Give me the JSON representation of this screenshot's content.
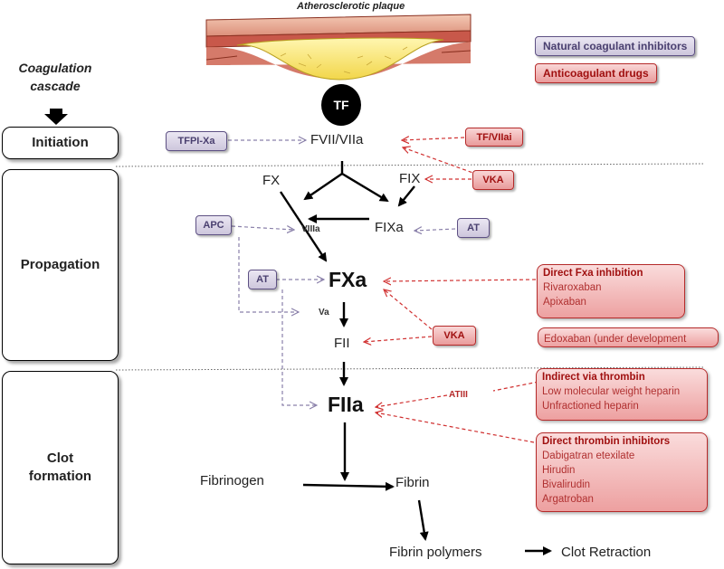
{
  "title": "Atherosclerotic plaque",
  "cascade_heading": "Coagulation cascade",
  "legend": {
    "natural": "Natural coagulant inhibitors",
    "drugs": "Anticoagulant drugs"
  },
  "tf_label": "TF",
  "stages": {
    "initiation": "Initiation",
    "propagation": "Propagation",
    "clot_formation": "Clot formation"
  },
  "factors": {
    "fvii_viia": "FVII/VIIa",
    "fx": "FX",
    "fix": "FIX",
    "fixa": "FIXa",
    "viiia": "VIIIa",
    "fxa": "FXa",
    "va": "Va",
    "fii": "FII",
    "fiia": "FIIa",
    "fibrinogen": "Fibrinogen",
    "fibrin": "Fibrin",
    "fibrin_polymers": "Fibrin polymers",
    "clot_retraction": "Clot Retraction"
  },
  "natural_inhibitors": {
    "tfpi_xa": "TFPI-Xa",
    "apc": "APC",
    "at_fixa": "AT",
    "at_fxa": "AT",
    "atiii": "ATIII"
  },
  "drugs": {
    "tf_viiai": "TF/VIIai",
    "vka_top": "VKA",
    "vka_mid": "VKA",
    "direct_fxa": {
      "heading": "Direct Fxa inhibition",
      "items": [
        "Rivaroxaban",
        "Apixaban"
      ]
    },
    "edoxaban": "Edoxaban (under development",
    "indirect_thrombin": {
      "heading": "Indirect  via thrombin",
      "items": [
        "Low molecular weight heparin",
        "Unfractioned heparin"
      ]
    },
    "direct_thrombin": {
      "heading": "Direct thrombin inhibitors",
      "items": [
        "Dabigatran etexilate",
        "Hirudin",
        "Bivalirudin",
        "Argatroban"
      ]
    }
  },
  "colors": {
    "natural_border": "#5d5083",
    "natural_text": "#4a4070",
    "drug_border": "#b52a2a",
    "drug_text": "#a01010",
    "natural_arrow": "#8a80aa",
    "drug_arrow": "#d03030"
  }
}
